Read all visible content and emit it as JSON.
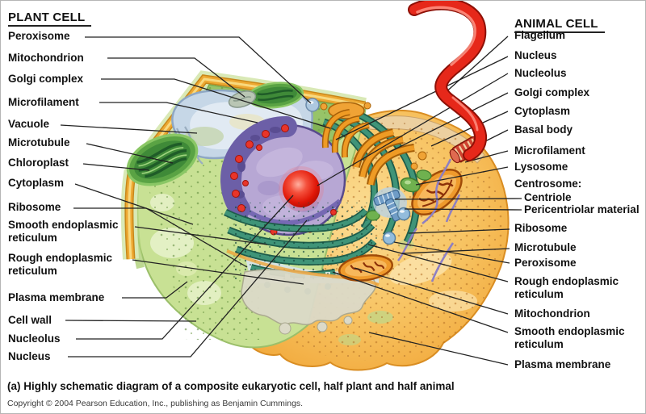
{
  "headers": {
    "plant": "PLANT CELL",
    "animal": "ANIMAL CELL"
  },
  "plant_labels": [
    "Peroxisome",
    "Mitochondrion",
    "Golgi complex",
    "Microfilament",
    "Vacuole",
    "Microtubule",
    "Chloroplast",
    "Cytoplasm",
    "Ribosome",
    "Smooth endoplasmic reticulum",
    "Rough endoplasmic reticulum",
    "Plasma membrane",
    "Cell wall",
    "Nucleolus",
    "Nucleus"
  ],
  "animal_labels": [
    "Flagellum",
    "Nucleus",
    "Nucleolus",
    "Golgi complex",
    "Cytoplasm",
    "Basal body",
    "Microfilament",
    "Lysosome",
    "Centrosome:",
    "Centriole",
    "Pericentriolar material",
    "Ribosome",
    "Microtubule",
    "Peroxisome",
    "Rough endoplasmic reticulum",
    "Mitochondrion",
    "Smooth endoplasmic reticulum",
    "Plasma membrane"
  ],
  "caption": {
    "prefix": "(a)",
    "text": " Highly schematic diagram of a composite eukaryotic cell, half plant and half animal"
  },
  "copyright": "Copyright © 2004 Pearson Education, Inc., publishing as Benjamin Cummings.",
  "colors": {
    "background": "#ffffff",
    "label_text": "#111111",
    "leader_line": "#222222",
    "cell_wall": "#eda832",
    "plant_cytoplasm": "#c8e194",
    "animal_cytoplasm": "#f5b54e",
    "vacuole": "#c6d7e7",
    "chloroplast": "#4f9a40",
    "nucleus_envelope": "#6c5fa7",
    "nucleoplasm": "#b7a7d4",
    "nucleolus": "#e62014",
    "endoplasmic_reticulum": "#2f8068",
    "golgi": "#ef9b24",
    "mitochondrion": "#ef9a2c",
    "lysosome": "#6fb14f",
    "peroxisome": "#93bcdc",
    "centriole": "#6f9cc6",
    "microtubule": "#8d7fc4",
    "flagellum": "#e5271a"
  }
}
